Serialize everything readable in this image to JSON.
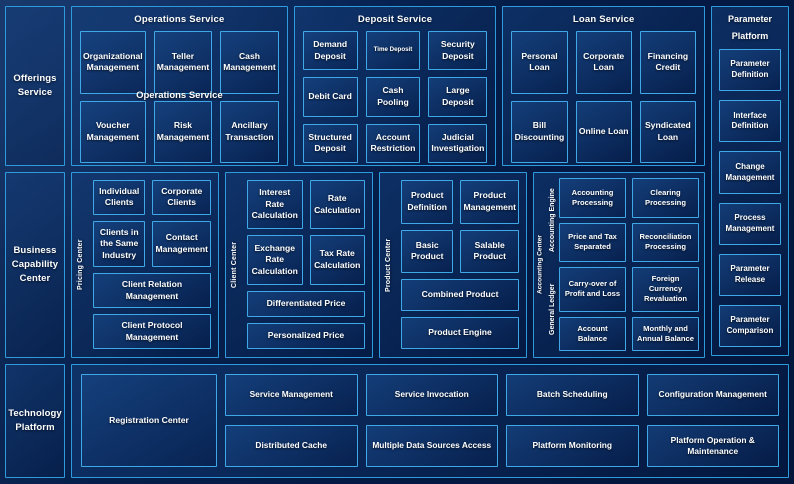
{
  "rows": {
    "offerings": {
      "rail_label": "Offerings\nService",
      "groups": [
        {
          "title": "Operations Service",
          "ghost_title": "Operations Service",
          "cells": [
            "Organizational Management",
            "Teller Management",
            "Cash Management",
            "Voucher Management",
            "Risk Management",
            "Ancillary Transaction"
          ]
        },
        {
          "title": "Deposit Service",
          "cells": [
            "Demand Deposit",
            "Time Deposit",
            "Security Deposit",
            "Debit Card",
            "Cash Pooling",
            "Large Deposit",
            "Structured Deposit",
            "Account Restriction",
            "Judicial Investigation"
          ],
          "small_cells": [
            "Time Deposit"
          ]
        },
        {
          "title": "Loan Service",
          "cells": [
            "Personal Loan",
            "Corporate Loan",
            "Financing Credit",
            "Bill Discounting",
            "Online Loan",
            "Syndicated Loan"
          ]
        }
      ]
    },
    "parameter_platform": {
      "title": "Parameter Platform",
      "items": [
        "Parameter Definition",
        "Interface Definition",
        "Change Management",
        "Process Management",
        "Parameter Release",
        "Parameter Comparison"
      ]
    },
    "business": {
      "rail_label": "Business\nCapability\nCenter",
      "groups": [
        {
          "vlabel": "Pricing Center",
          "cells": [
            "Individual Clients",
            "Corporate Clients",
            "Clients in the Same Industry",
            "Contact Management"
          ],
          "wide_cells": [
            "Client Relation Management",
            "Client Protocol Management"
          ]
        },
        {
          "vlabel": "Client Center",
          "cells": [
            "Interest Rate Calculation",
            "Rate Calculation",
            "Exchange Rate Calculation",
            "Tax Rate Calculation"
          ],
          "wide_cells": [
            "Differentiated Price",
            "Personalized Price"
          ]
        },
        {
          "vlabel": "Product Center",
          "cells": [
            "Product Definition",
            "Product Management",
            "Basic Product",
            "Salable Product"
          ],
          "wide_cells": [
            "Combined Product",
            "Product Engine"
          ]
        }
      ],
      "accounting_center": {
        "outer_label": "Accounting Center",
        "subgroups": [
          {
            "label": "Accounting Engine",
            "cells": [
              "Accounting Processing",
              "Clearing Processing",
              "Price and Tax Separated",
              "Reconciliation Processing"
            ]
          },
          {
            "label": "General Ledger",
            "cells": [
              "Carry-over of Profit and Loss",
              "Foreign Currency Revaluation",
              "Account Balance",
              "Monthly and Annual Balance"
            ]
          }
        ]
      }
    },
    "technology": {
      "rail_label": "Technology\nPlatform",
      "registration": "Registration Center",
      "columns": [
        [
          "Service Management",
          "Distributed Cache"
        ],
        [
          "Service Invocation",
          "Multiple Data Sources Access"
        ],
        [
          "Batch Scheduling",
          "Platform Monitoring"
        ],
        [
          "Configuration Management",
          "Platform Operation & Maintenance"
        ]
      ]
    }
  },
  "colors": {
    "border": "#2e9bdd",
    "cell_border": "#3fa9e8",
    "background": "#051c49",
    "text": "#ffffff"
  }
}
